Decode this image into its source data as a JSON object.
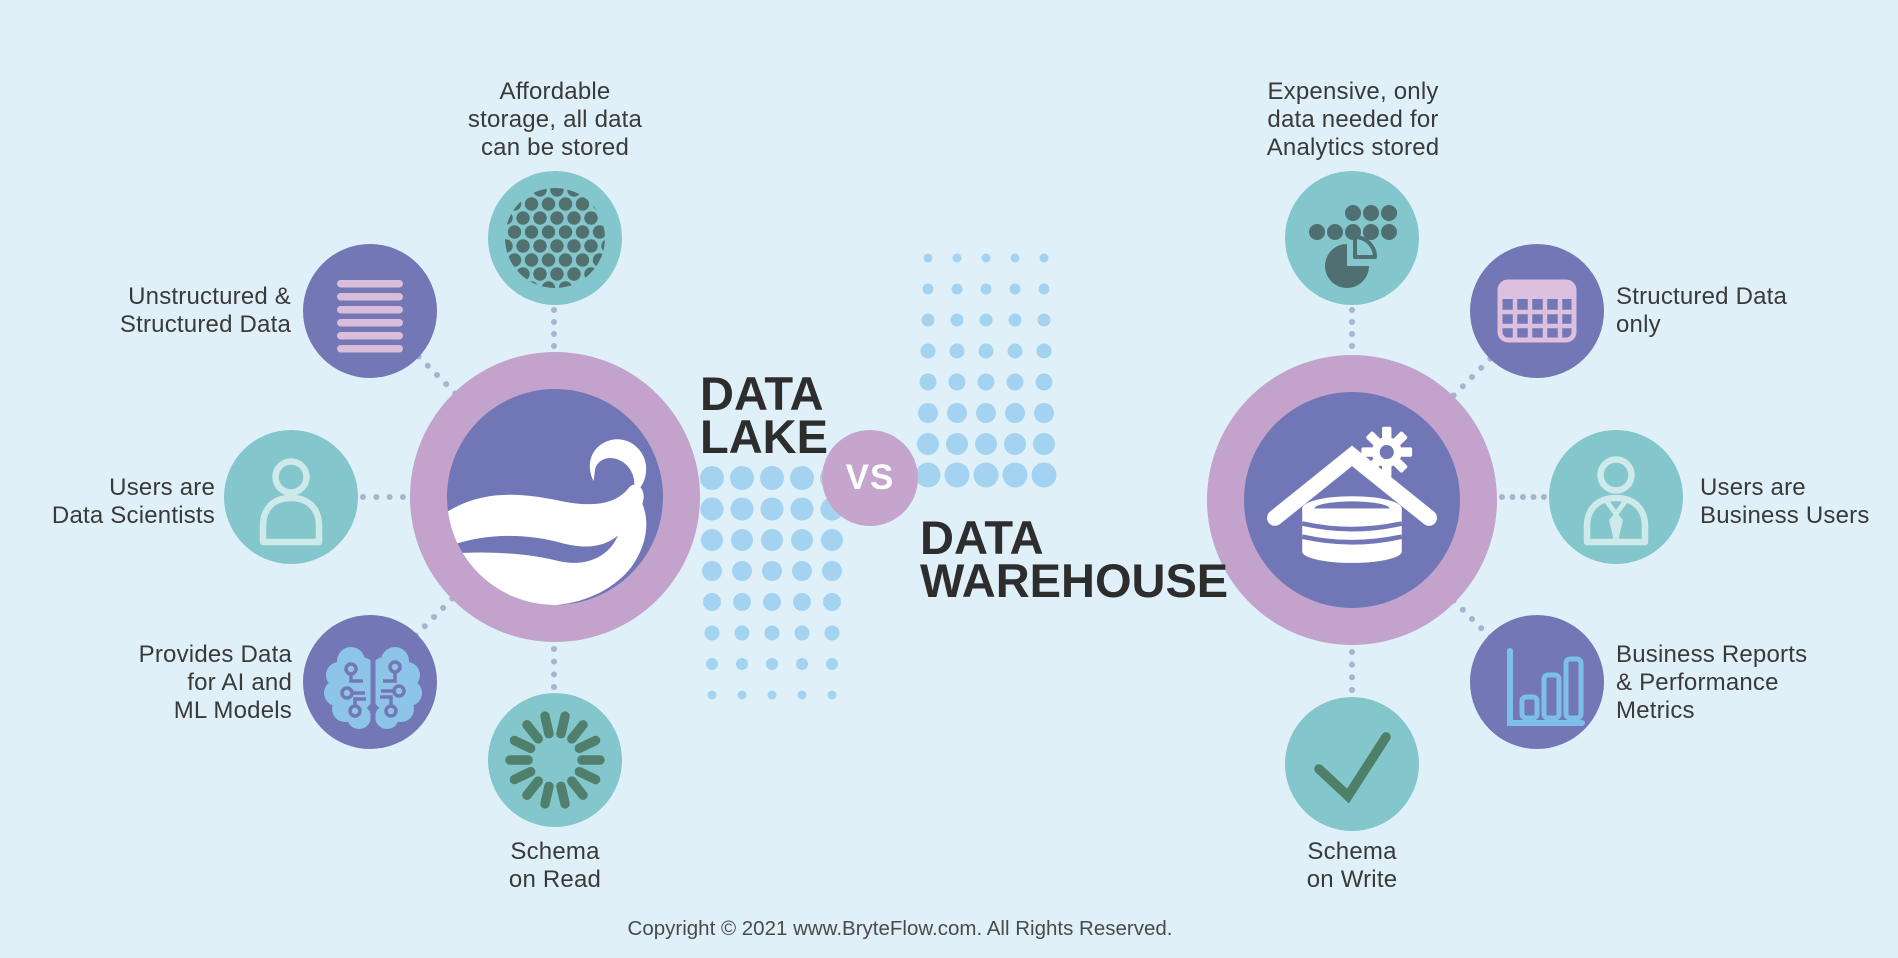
{
  "header": {
    "left_title": "DATA\nLAKE",
    "vs_label": "VS",
    "right_title": "DATA\nWAREHOUSE"
  },
  "data_lake": {
    "center_icon": "lake-wave-icon",
    "features": [
      {
        "position": "top",
        "icon": "dot-sphere-icon",
        "label": "Affordable\nstorage, all data\ncan be stored"
      },
      {
        "position": "upper-left",
        "icon": "text-lines-icon",
        "label": "Unstructured &\nStructured Data"
      },
      {
        "position": "left",
        "icon": "user-icon",
        "label": "Users are\nData Scientists"
      },
      {
        "position": "lower-left",
        "icon": "ai-brain-icon",
        "label": "Provides Data\nfor AI and\nML Models"
      },
      {
        "position": "bottom",
        "icon": "spinner-dashes-icon",
        "label": "Schema\non Read"
      }
    ]
  },
  "data_warehouse": {
    "center_icon": "warehouse-gear-icon",
    "features": [
      {
        "position": "top",
        "icon": "sampled-data-pie-icon",
        "label": "Expensive, only\ndata needed for\nAnalytics stored"
      },
      {
        "position": "upper-right",
        "icon": "table-icon",
        "label": "Structured Data\nonly"
      },
      {
        "position": "right",
        "icon": "business-user-icon",
        "label": "Users are\nBusiness Users"
      },
      {
        "position": "lower-right",
        "icon": "bar-chart-icon",
        "label": "Business Reports\n& Performance\nMetrics"
      },
      {
        "position": "bottom",
        "icon": "check-icon",
        "label": "Schema\non Write"
      }
    ]
  },
  "footer": {
    "copyright": "Copyright © 2021 www.BryteFlow.com. All Rights Reserved."
  },
  "colors": {
    "background": "#dff0f9",
    "teal_circle": "#83c6cc",
    "purple_circle": "#7477b6",
    "big_outer_pink": "#c3a3cc",
    "big_inner_purple": "#7177b6",
    "vs_pink": "#c6a5cd",
    "grid_dot_blue": "#a3d3f0",
    "title_text": "#2d2d2d",
    "label_text": "#3a3a3a",
    "connector_gray": "#a9b2ce",
    "dark_teal_glyph": "#51716f",
    "dark_green_glyph": "#507f6d",
    "pink_glyph": "#d9bedb",
    "light_teal_glyph": "#cde9ea",
    "light_blue_glyph": "#8cc5e8"
  }
}
